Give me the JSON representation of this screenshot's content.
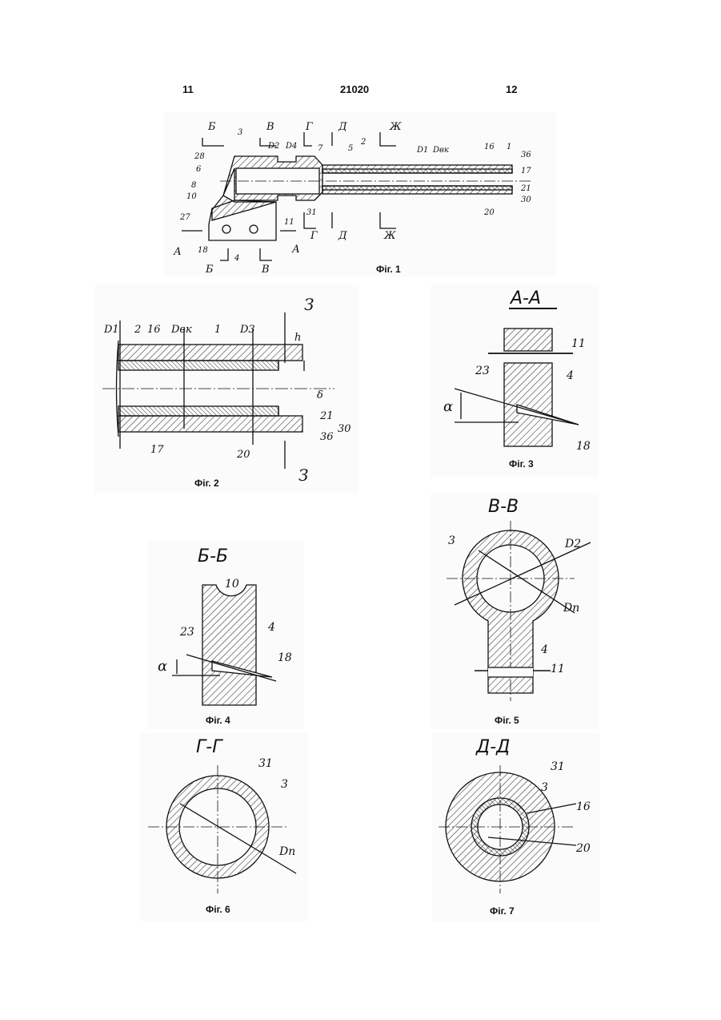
{
  "header": {
    "page_left": "11",
    "patent_number": "21020",
    "page_right": "12"
  },
  "fig1": {
    "caption": "Фіг. 1",
    "section_letters": [
      "Б",
      "В",
      "Г",
      "Д",
      "Ж",
      "А"
    ],
    "labels": {
      "n3": "3",
      "n7": "7",
      "n5": "5",
      "n2": "2",
      "n16": "16",
      "n1": "1",
      "n36": "36",
      "n17": "17",
      "n21": "21",
      "n30": "30",
      "n20": "20",
      "n28": "28",
      "n6": "6",
      "n8": "8",
      "n10": "10",
      "n27": "27",
      "n11": "11",
      "n31": "31",
      "n18": "18",
      "n4": "4"
    },
    "dims": {
      "d2": "D2",
      "d4": "D4",
      "d1": "D1",
      "dvk": "Dвк"
    }
  },
  "fig2": {
    "caption": "Фіг. 2",
    "section_letter": "З",
    "labels": {
      "n2": "2",
      "n16": "16",
      "n1": "1",
      "n17": "17",
      "n20": "20",
      "n21": "21",
      "n30": "30",
      "n36": "36"
    },
    "dims": {
      "d1": "D1",
      "dvk": "Dвк",
      "d3": "D3",
      "h": "h",
      "delta": "δ"
    }
  },
  "fig3": {
    "caption": "Фіг. 3",
    "title": "А-А",
    "labels": {
      "n11": "11",
      "n23": "23",
      "n4": "4",
      "n18": "18",
      "alpha": "α"
    }
  },
  "fig4": {
    "caption": "Фіг. 4",
    "title": "Б-Б",
    "labels": {
      "n10": "10",
      "n23": "23",
      "n4": "4",
      "n18": "18",
      "alpha": "α"
    }
  },
  "fig5": {
    "caption": "Фіг. 5",
    "title": "В-В",
    "labels": {
      "n3": "3",
      "n4": "4",
      "n11": "11",
      "d2": "D2",
      "dp": "Dп"
    }
  },
  "fig6": {
    "caption": "Фіг. 6",
    "title": "Г-Г",
    "labels": {
      "n31": "31",
      "n3": "3",
      "dp": "Dп"
    }
  },
  "fig7": {
    "caption": "Фіг. 7",
    "title": "Д-Д",
    "labels": {
      "n31": "31",
      "n3": "3",
      "n16": "16",
      "n20": "20"
    }
  }
}
